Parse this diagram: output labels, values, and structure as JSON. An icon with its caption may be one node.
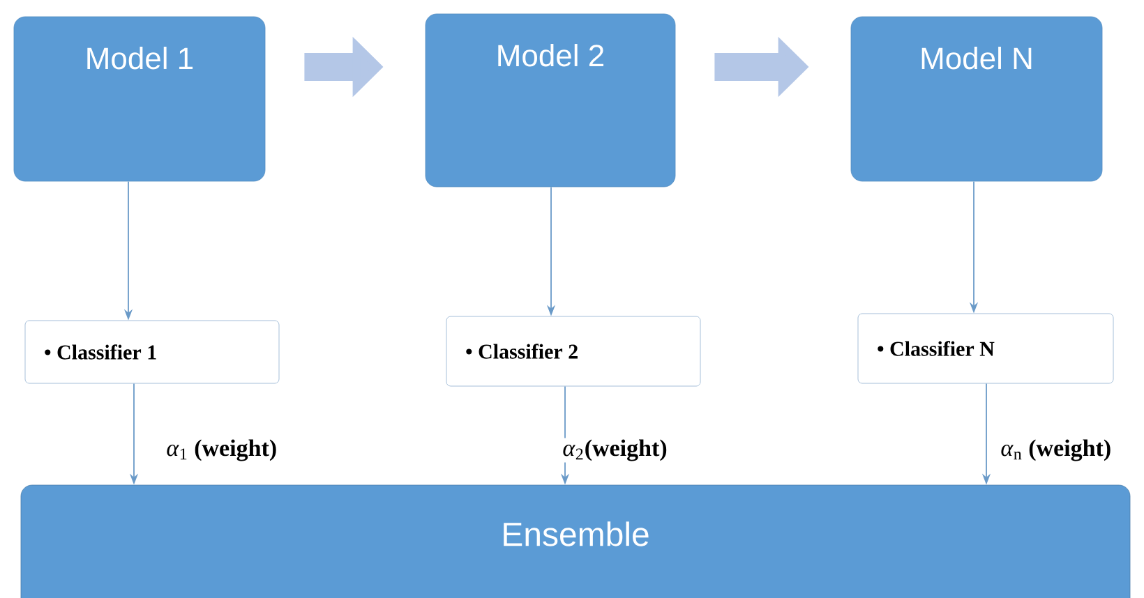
{
  "diagram": {
    "nodes": [
      {
        "text": [
          "Model 1"
        ]
      },
      {
        "text": [
          "Model 2"
        ]
      },
      {
        "text": [
          "Model N"
        ]
      },
      {
        "text": [
          "• Classifier 1"
        ]
      },
      {
        "text": [
          "• Classifier 2"
        ]
      },
      {
        "text": [
          "• Classifier N"
        ]
      },
      {
        "text": [
          "Ensemble"
        ]
      }
    ],
    "edges": [
      {
        "from": 0,
        "to": 1,
        "arrow": "to",
        "style": "thick",
        "color": "#b4c7e7"
      },
      {
        "from": 1,
        "to": 2,
        "arrow": "to",
        "style": "thick",
        "color": "#b4c7e7"
      },
      {
        "from": 0,
        "to": 3,
        "arrow": "to"
      },
      {
        "from": 1,
        "to": 4,
        "arrow": "to"
      },
      {
        "from": 2,
        "to": 5,
        "arrow": "to"
      },
      {
        "from": 3,
        "to": 6,
        "arrow": "to",
        "label": "*α*$_{1}$ **(weight)**"
      },
      {
        "from": 4,
        "to": 6,
        "arrow": "to",
        "label": "*α*$_{2}$**(weight)**"
      },
      {
        "from": 5,
        "to": 6,
        "arrow": "to",
        "label": "*α*$_{n}$ **(weight)**"
      }
    ]
  }
}
